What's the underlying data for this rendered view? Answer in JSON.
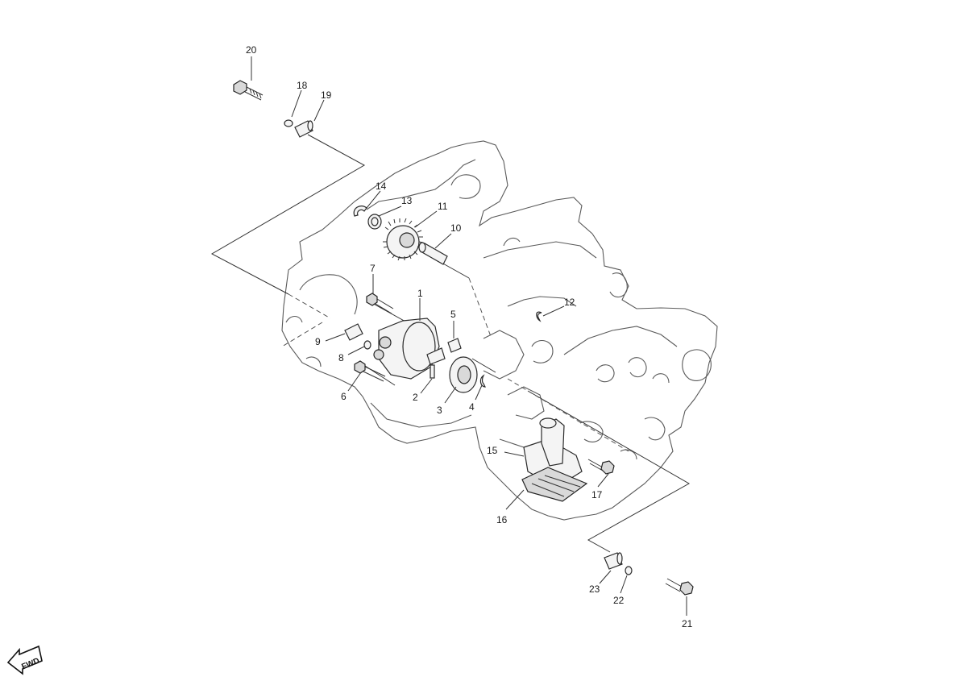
{
  "diagram": {
    "fwd_label": "FWD",
    "parts": [
      {
        "key": "p1",
        "label": "1"
      },
      {
        "key": "p2",
        "label": "2"
      },
      {
        "key": "p3",
        "label": "3"
      },
      {
        "key": "p4",
        "label": "4"
      },
      {
        "key": "p5",
        "label": "5"
      },
      {
        "key": "p6",
        "label": "6"
      },
      {
        "key": "p7",
        "label": "7"
      },
      {
        "key": "p8",
        "label": "8"
      },
      {
        "key": "p9",
        "label": "9"
      },
      {
        "key": "p10",
        "label": "10"
      },
      {
        "key": "p11",
        "label": "11"
      },
      {
        "key": "p12",
        "label": "12"
      },
      {
        "key": "p13",
        "label": "13"
      },
      {
        "key": "p14",
        "label": "14"
      },
      {
        "key": "p15",
        "label": "15"
      },
      {
        "key": "p16",
        "label": "16"
      },
      {
        "key": "p17",
        "label": "17"
      },
      {
        "key": "p18",
        "label": "18"
      },
      {
        "key": "p19",
        "label": "19"
      },
      {
        "key": "p20",
        "label": "20"
      },
      {
        "key": "p21",
        "label": "21"
      },
      {
        "key": "p22",
        "label": "22"
      },
      {
        "key": "p23",
        "label": "23"
      }
    ]
  }
}
